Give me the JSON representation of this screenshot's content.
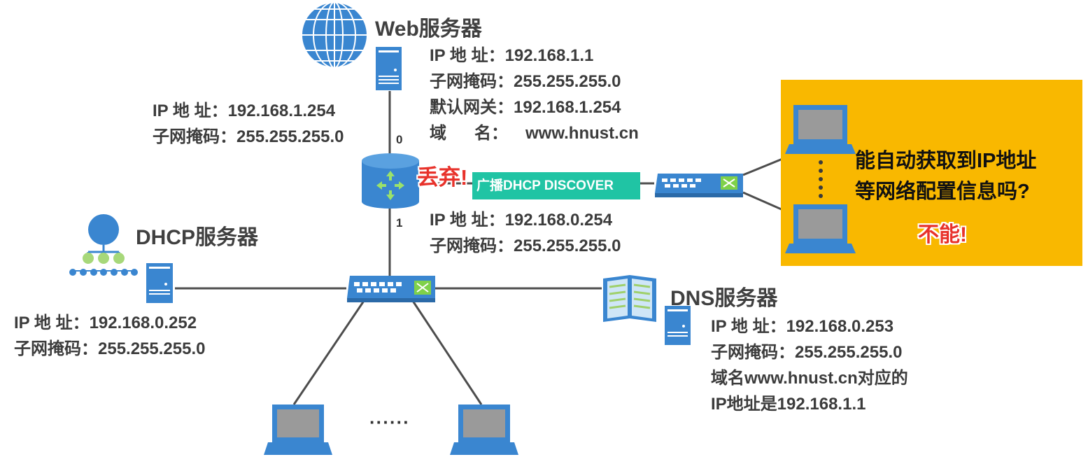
{
  "web_server": {
    "title": "Web服务器",
    "ip_key": "IP 地  址：",
    "ip": "192.168.1.1",
    "mask_key": "子网掩码：",
    "mask": "255.255.255.0",
    "gw_key": "默认网关：",
    "gw": "192.168.1.254",
    "domain_key": "域      名：",
    "domain": "www.hnust.cn"
  },
  "router": {
    "port0_label": "0",
    "port1_label": "1",
    "if0": {
      "ip_key": "IP 地  址：",
      "ip": "192.168.1.254",
      "mask_key": "子网掩码：",
      "mask": "255.255.255.0"
    },
    "if1": {
      "ip_key": "IP 地  址：",
      "ip": "192.168.0.254",
      "mask_key": "子网掩码：",
      "mask": "255.255.255.0"
    }
  },
  "packet": {
    "label": "广播DHCP DISCOVER",
    "status": "丢弃!"
  },
  "dhcp_server": {
    "title": "DHCP服务器",
    "ip_key": "IP 地  址：",
    "ip": "192.168.0.252",
    "mask_key": "子网掩码：",
    "mask": "255.255.255.0"
  },
  "dns_server": {
    "title": "DNS服务器",
    "ip_key": "IP 地  址：",
    "ip": "192.168.0.253",
    "mask_key": "子网掩码：",
    "mask": "255.255.255.0",
    "note_line1": "域名www.hnust.cn对应的",
    "note_line2": "IP地址是192.168.1.1"
  },
  "remote_panel": {
    "question_line1": "能自动获取到IP地址",
    "question_line2": "等网络配置信息吗?",
    "answer": "不能!"
  },
  "lan_hosts_ellipsis": "······",
  "colors": {
    "device_blue": "#3a86d0",
    "line_gray": "#4d4d4d",
    "panel_yellow": "#f9b800",
    "packet_teal": "#20c4a4",
    "alert_red": "#e8322b"
  }
}
